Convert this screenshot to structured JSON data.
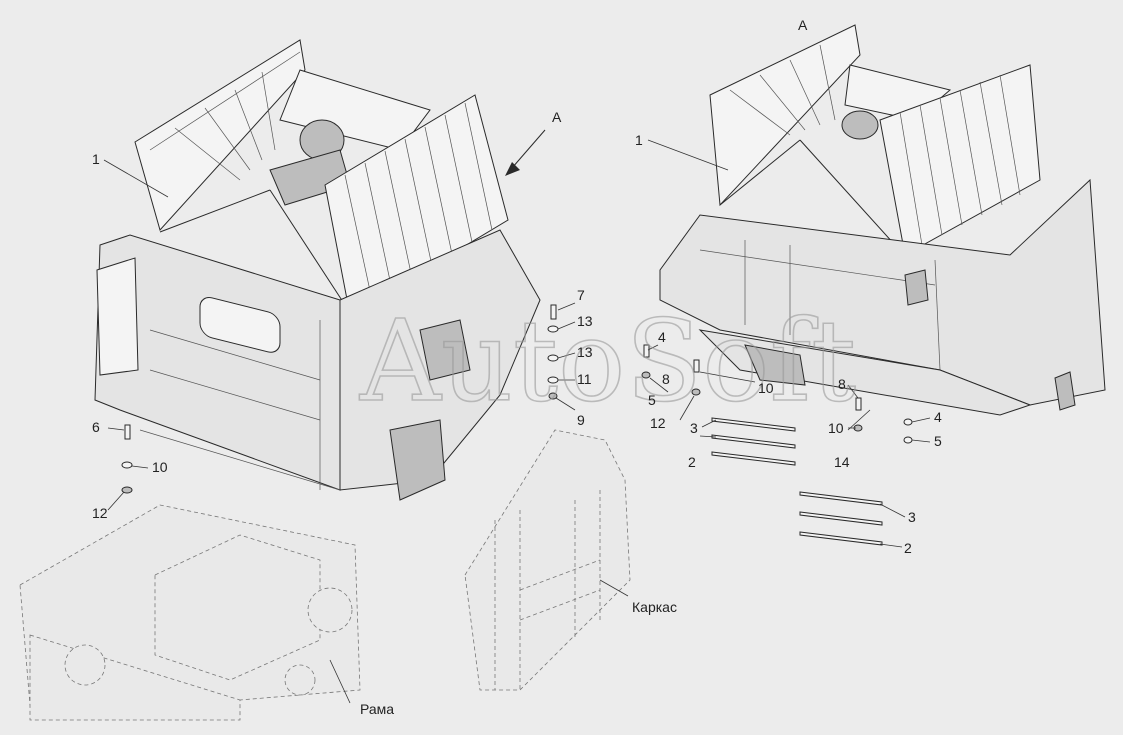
{
  "watermark": "AutoSoft",
  "view_marks": {
    "view_a_arrow": "А",
    "view_a_title": "А"
  },
  "callouts": {
    "left": {
      "c1": "1",
      "c7": "7",
      "c13a": "13",
      "c13b": "13",
      "c11": "11",
      "c9": "9",
      "c6": "6",
      "c10": "10",
      "c12": "12"
    },
    "right": {
      "c1": "1",
      "c4a": "4",
      "c8a": "8",
      "c5a": "5",
      "c10a": "10",
      "c12": "12",
      "c3a": "3",
      "c2a": "2",
      "c8b": "8",
      "c10b": "10",
      "c14": "14",
      "c4b": "4",
      "c5b": "5",
      "c3b": "3",
      "c2b": "2"
    }
  },
  "part_names": {
    "frame": "Рама",
    "carcass": "Каркас"
  }
}
